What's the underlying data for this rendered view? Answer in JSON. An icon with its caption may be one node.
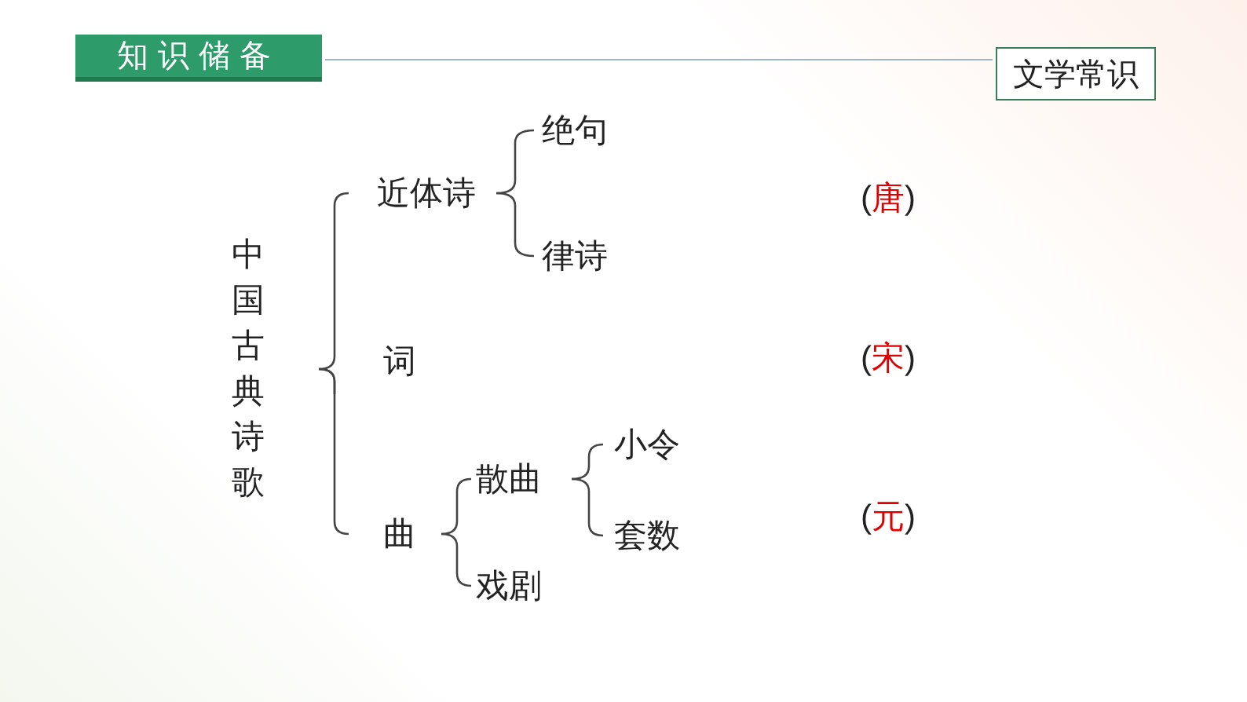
{
  "diagram": {
    "nodes": [
      {
        "text": [
          "知识储备"
        ]
      },
      {
        "text": [
          "文学常识"
        ]
      },
      {
        "text": [
          "中国古典诗歌"
        ]
      },
      {
        "text": [
          "近体诗"
        ]
      },
      {
        "text": [
          "绝句"
        ]
      },
      {
        "text": [
          "律诗"
        ]
      },
      {
        "text": [
          "词"
        ]
      },
      {
        "text": [
          "曲"
        ]
      },
      {
        "text": [
          "散曲"
        ]
      },
      {
        "text": [
          "小令"
        ]
      },
      {
        "text": [
          "套数"
        ]
      },
      {
        "text": [
          "戏剧"
        ]
      }
    ],
    "edges": [
      {
        "from": 2,
        "to": 3,
        "arrow": "none"
      },
      {
        "from": 2,
        "to": 6,
        "arrow": "none"
      },
      {
        "from": 2,
        "to": 7,
        "arrow": "none"
      },
      {
        "from": 3,
        "to": 4,
        "arrow": "none"
      },
      {
        "from": 3,
        "to": 5,
        "arrow": "none"
      },
      {
        "from": 7,
        "to": 8,
        "arrow": "none"
      },
      {
        "from": 7,
        "to": 11,
        "arrow": "none"
      },
      {
        "from": 8,
        "to": 9,
        "arrow": "none"
      },
      {
        "from": 8,
        "to": 10,
        "arrow": "none"
      }
    ],
    "labels": [
      "(唐)",
      "(宋)",
      "(元)"
    ]
  }
}
